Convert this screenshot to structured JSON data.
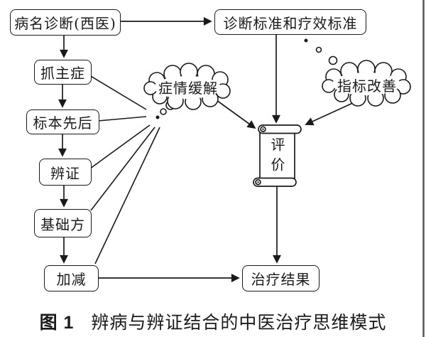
{
  "nodes": {
    "disease_diagnosis": "病名诊断(西医)",
    "criteria": "诊断标准和疗效标准",
    "main_symptoms": "抓主症",
    "root_branch_order": "标本先后",
    "syndrome_differentiation": "辨证",
    "base_formula": "基础方",
    "modification": "加减",
    "treatment_result": "治疗结果",
    "evaluation": "评价"
  },
  "thought_bubbles": {
    "symptom_relief": "症情缓解",
    "indicator_improvement": "指标改善"
  },
  "caption": {
    "label": "图 1",
    "text": "辨病与辨证结合的中医治疗思维模式"
  },
  "colors": {
    "ink": "#1a1a1a",
    "background": "#ffffff",
    "page_edge_line": "#555555"
  }
}
